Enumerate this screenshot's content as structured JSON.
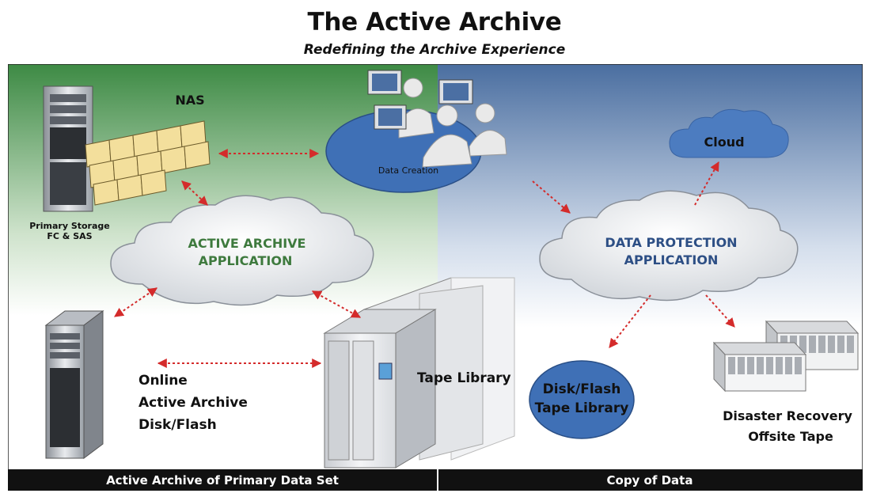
{
  "header": {
    "title": "The Active Archive",
    "subtitle": "Redefining the Archive Experience"
  },
  "diagram": {
    "nas_label": "NAS",
    "primary_storage_line1": "Primary Storage",
    "primary_storage_line2": "FC & SAS",
    "data_creation_label": "Data Creation",
    "cloud_label": "Cloud",
    "active_archive_app_line1": "ACTIVE ARCHIVE",
    "active_archive_app_line2": "APPLICATION",
    "data_protection_app_line1": "DATA PROTECTION",
    "data_protection_app_line2": "APPLICATION",
    "online_line1": "Online",
    "online_line2": "Active Archive",
    "online_line3": "Disk/Flash",
    "tape_library_label": "Tape Library",
    "disk_flash_line1": "Disk/Flash",
    "disk_flash_line2": "Tape Library",
    "disaster_line1": "Disaster Recovery",
    "disaster_line2": "Offsite Tape",
    "footer_left": "Active Archive of Primary Data Set",
    "footer_right": "Copy of Data"
  },
  "colors": {
    "left_panel_top": "#3d8a44",
    "right_panel_top": "#4a6ea0",
    "ellipse_blue": "#3f70b6",
    "active_archive_text": "#3e7a3e",
    "data_protection_text": "#2d4f85",
    "arrow_red": "#d42b2b",
    "footer_bar": "#111111"
  }
}
